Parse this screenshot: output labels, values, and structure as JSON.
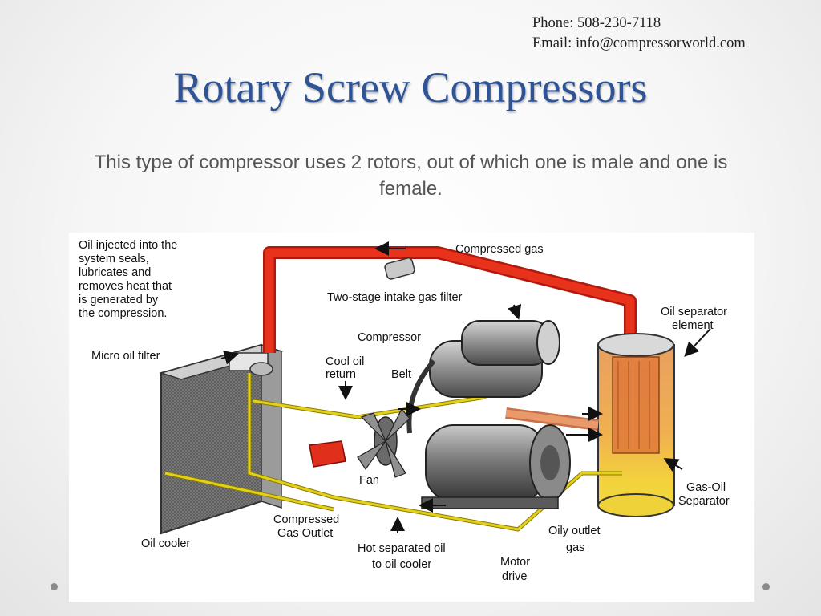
{
  "contact": {
    "phone": "Phone: 508-230-7118",
    "email": "Email: info@compressorworld.com"
  },
  "slide": {
    "title": "Rotary Screw Compressors",
    "subtitle": "This type of compressor uses 2 rotors, out of which one is male and one is female."
  },
  "diagram": {
    "labels": {
      "oil_injected": [
        "Oil injected into the",
        "system seals,",
        "lubricates and",
        "removes heat that",
        "is generated by",
        "the compression."
      ],
      "compressed_gas": "Compressed gas",
      "two_stage_filter": "Two-stage intake gas filter",
      "oil_separator_element": [
        "Oil separator",
        "element"
      ],
      "compressor": "Compressor",
      "micro_oil_filter": "Micro oil filter",
      "cool_oil_return": [
        "Cool oil",
        "return"
      ],
      "belt": "Belt",
      "fan": "Fan",
      "gas_oil_separator": [
        "Gas-Oil",
        "Separator"
      ],
      "compressed_gas_outlet": [
        "Compressed",
        "Gas Outlet"
      ],
      "oily_outlet_gas": [
        "Oily outlet",
        "gas"
      ],
      "oil_cooler": "Oil cooler",
      "hot_separated_oil": [
        "Hot separated oil",
        "to oil cooler"
      ],
      "motor_drive": [
        "Motor",
        "drive"
      ]
    },
    "colors": {
      "gas_pipe": "#e8321c",
      "oil_line": "#e3d01a",
      "separator": "#e89a3c",
      "cooler": "#8a8a8a",
      "machine": "#9a9a9a"
    }
  }
}
